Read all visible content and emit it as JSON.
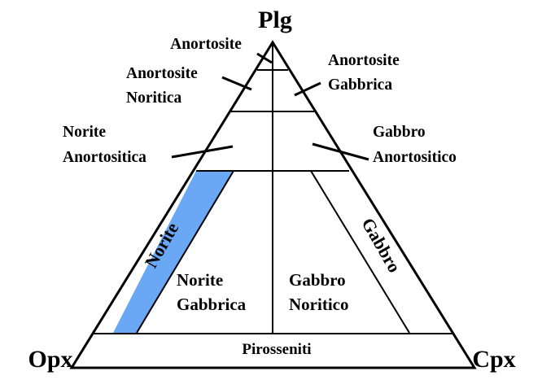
{
  "apices": {
    "top": "Plg",
    "left": "Opx",
    "right": "Cpx"
  },
  "labels": {
    "anortosite": "Anortosite",
    "anortosite_noritica": [
      "Anortosite",
      "Noritica"
    ],
    "anortosite_gabbrica": [
      "Anortosite",
      "Gabbrica"
    ],
    "norite_anortositica": [
      "Norite",
      "Anortositica"
    ],
    "gabbro_anortositico": [
      "Gabbro",
      "Anortositico"
    ],
    "norite": "Norite",
    "gabbro": "Gabbro",
    "norite_gabbrica": [
      "Norite",
      "Gabbrica"
    ],
    "gabbro_noritico": [
      "Gabbro",
      "Noritico"
    ],
    "pirosseniti": "Pirosseniti"
  },
  "colors": {
    "norite_field": "#6aa8f5",
    "lines": "#000000",
    "background": "#ffffff"
  }
}
